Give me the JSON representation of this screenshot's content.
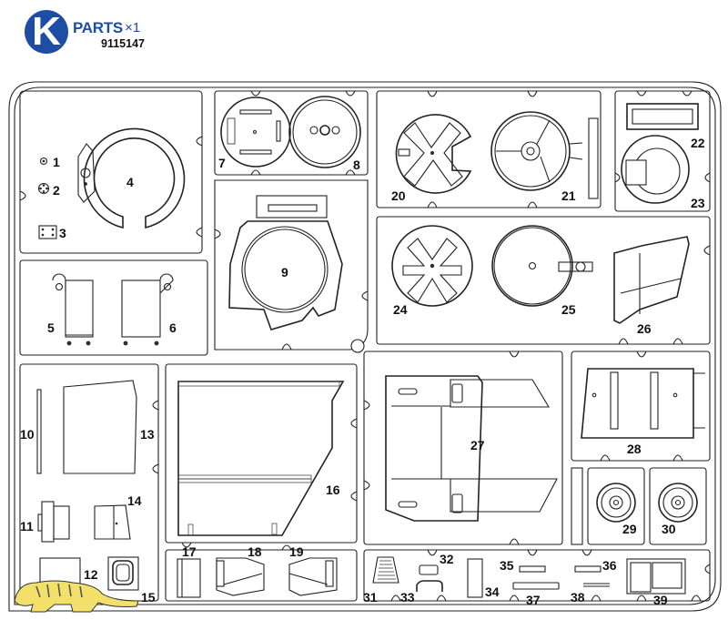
{
  "header": {
    "badge_letter": "K",
    "parts_label": "PARTS",
    "quantity": "×1",
    "part_code": "9115147",
    "badge_color": "#1d4ea3"
  },
  "parts": [
    {
      "id": "1",
      "label": "1"
    },
    {
      "id": "2",
      "label": "2"
    },
    {
      "id": "3",
      "label": "3"
    },
    {
      "id": "4",
      "label": "4"
    },
    {
      "id": "5",
      "label": "5"
    },
    {
      "id": "6",
      "label": "6"
    },
    {
      "id": "7",
      "label": "7"
    },
    {
      "id": "8",
      "label": "8"
    },
    {
      "id": "9",
      "label": "9"
    },
    {
      "id": "10",
      "label": "10"
    },
    {
      "id": "11",
      "label": "11"
    },
    {
      "id": "12",
      "label": "12"
    },
    {
      "id": "13",
      "label": "13"
    },
    {
      "id": "14",
      "label": "14"
    },
    {
      "id": "15",
      "label": "15"
    },
    {
      "id": "16",
      "label": "16"
    },
    {
      "id": "17",
      "label": "17"
    },
    {
      "id": "18",
      "label": "18"
    },
    {
      "id": "19",
      "label": "19"
    },
    {
      "id": "20",
      "label": "20"
    },
    {
      "id": "21",
      "label": "21"
    },
    {
      "id": "22",
      "label": "22"
    },
    {
      "id": "23",
      "label": "23"
    },
    {
      "id": "24",
      "label": "24"
    },
    {
      "id": "25",
      "label": "25"
    },
    {
      "id": "26",
      "label": "26"
    },
    {
      "id": "27",
      "label": "27"
    },
    {
      "id": "28",
      "label": "28"
    },
    {
      "id": "29",
      "label": "29"
    },
    {
      "id": "30",
      "label": "30"
    },
    {
      "id": "31",
      "label": "31"
    },
    {
      "id": "32",
      "label": "32"
    },
    {
      "id": "33",
      "label": "33"
    },
    {
      "id": "34",
      "label": "34"
    },
    {
      "id": "35",
      "label": "35"
    },
    {
      "id": "36",
      "label": "36"
    },
    {
      "id": "37",
      "label": "37"
    },
    {
      "id": "38",
      "label": "38"
    },
    {
      "id": "39",
      "label": "39"
    }
  ],
  "logo": {
    "name": "tiger-logo",
    "color": "#f2e06a"
  }
}
